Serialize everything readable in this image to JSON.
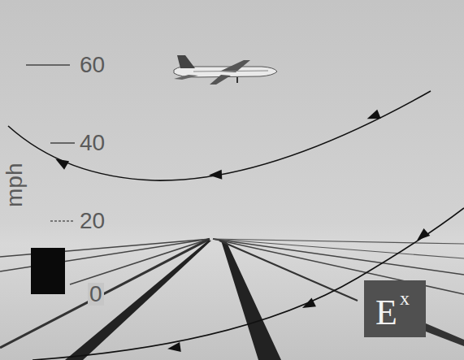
{
  "diagram": {
    "labels": [
      "60",
      "40",
      "20",
      "0",
      "mph",
      "E",
      "x"
    ]
  }
}
